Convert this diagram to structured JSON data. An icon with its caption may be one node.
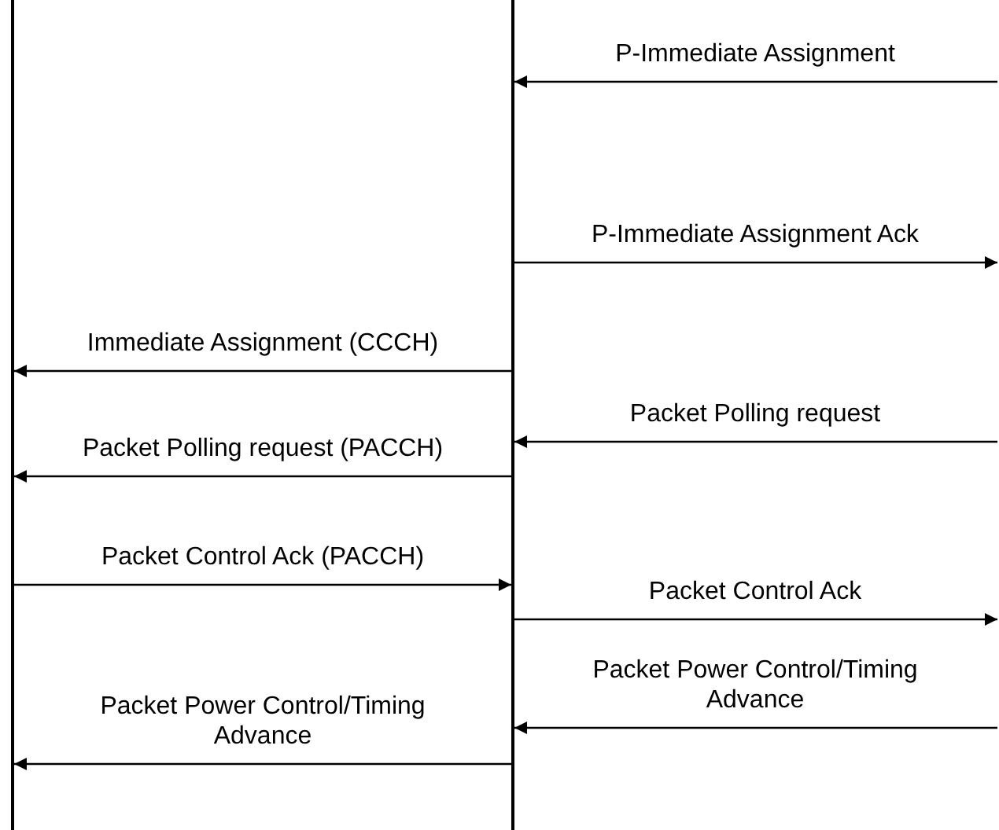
{
  "diagram": {
    "nodes": [
      {
        "text": [],
        "shape": "bar"
      },
      {
        "text": [],
        "shape": "bar"
      }
    ],
    "edges": [
      {
        "from": null,
        "to": 1,
        "arrow": "to",
        "label": "P-Immediate Assignment"
      },
      {
        "from": 1,
        "to": null,
        "arrow": "to",
        "label": "P-Immediate Assignment Ack"
      },
      {
        "from": 1,
        "to": 0,
        "arrow": "to",
        "label": "Immediate Assignment (CCCH)"
      },
      {
        "from": null,
        "to": 1,
        "arrow": "to",
        "label": "Packet Polling request"
      },
      {
        "from": 1,
        "to": 0,
        "arrow": "to",
        "label": "Packet Polling request (PACCH)"
      },
      {
        "from": 0,
        "to": 1,
        "arrow": "to",
        "label": "Packet Control Ack (PACCH)"
      },
      {
        "from": 1,
        "to": null,
        "arrow": "to",
        "label": "Packet Control Ack"
      },
      {
        "from": null,
        "to": 1,
        "arrow": "to",
        "label": "Packet Power Control/Timing Advance"
      },
      {
        "from": 1,
        "to": 0,
        "arrow": "to",
        "label": "Packet Power Control/Timing Advance"
      }
    ]
  }
}
